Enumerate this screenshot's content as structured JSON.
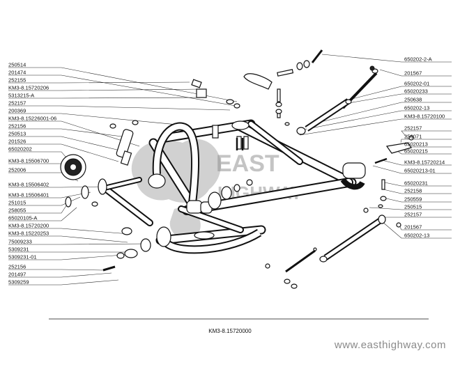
{
  "left_labels": [
    {
      "text": "250514"
    },
    {
      "text": "201474"
    },
    {
      "text": "252155"
    },
    {
      "text": "KM3-8.15720206"
    },
    {
      "text": "5313215-A"
    },
    {
      "text": "252157"
    },
    {
      "text": "200369"
    },
    {
      "text": "KM3-8.15226001-06"
    },
    {
      "text": "252156"
    },
    {
      "text": "250513"
    },
    {
      "text": "201526"
    },
    {
      "text": "65020202"
    },
    {
      "text": "KM3-8.15506700"
    },
    {
      "text": "252006"
    },
    {
      "text": "KM3-8.15506402"
    },
    {
      "text": "KM3-8.15506401"
    },
    {
      "text": "251015"
    },
    {
      "text": "258055"
    },
    {
      "text": "65020105-A"
    },
    {
      "text": "KM3-8.15720200"
    },
    {
      "text": "KM3-8.15220253"
    },
    {
      "text": "75009233"
    },
    {
      "text": "5309231"
    },
    {
      "text": "5309231-01"
    },
    {
      "text": "252156"
    },
    {
      "text": "201497"
    },
    {
      "text": "5309259"
    }
  ],
  "right_labels": [
    {
      "text": "650202-2-A"
    },
    {
      "text": "201567"
    },
    {
      "text": "650202-01"
    },
    {
      "text": "65020233"
    },
    {
      "text": "250638"
    },
    {
      "text": "650202-13"
    },
    {
      "text": "KM3-8.15720100"
    },
    {
      "text": "252157"
    },
    {
      "text": "258071"
    },
    {
      "text": "65020213"
    },
    {
      "text": "65020215"
    },
    {
      "text": "KM3-8.15720214"
    },
    {
      "text": "65020213-01"
    },
    {
      "text": "65020231"
    },
    {
      "text": "252158"
    },
    {
      "text": "250559"
    },
    {
      "text": "250515"
    },
    {
      "text": "252157"
    },
    {
      "text": "201567"
    },
    {
      "text": "650202-13"
    }
  ],
  "assembly_number": "KM3-8.15720000",
  "watermark": {
    "line1": "EAST",
    "line2": "HIGHWAY"
  },
  "website": "www.easthighway.com",
  "colors": {
    "ink": "#111111",
    "watermark": "#8a8a8a",
    "background": "#ffffff"
  }
}
